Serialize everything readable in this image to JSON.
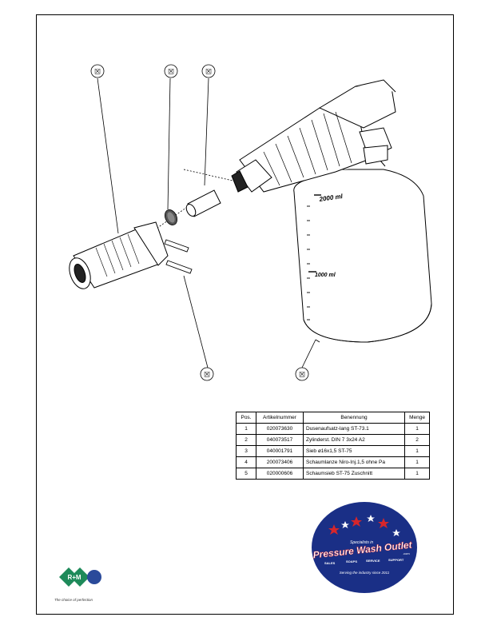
{
  "callouts": [
    "☒",
    "☒",
    "☒",
    "☒",
    "☒"
  ],
  "bottle": {
    "mark_upper": "2000 ml",
    "mark_lower": "1000 ml"
  },
  "table": {
    "headers": [
      "Pos.",
      "Artikelnummer",
      "Benennung",
      "Menge"
    ],
    "rows": [
      [
        "1",
        "020073630",
        "Dusenaufsatz-lang ST-73.1",
        "1"
      ],
      [
        "2",
        "040073517",
        "Zylinderst. DIN 7 3x24 A2",
        "2"
      ],
      [
        "3",
        "040001791",
        "Sieb ø16x1,5  ST-75",
        "1"
      ],
      [
        "4",
        "200073406",
        "Schaumlanze Niro-Inj.1,5 ohne Pa",
        "1"
      ],
      [
        "5",
        "020000606",
        "Schaumsieb ST-75 Zuschnitt",
        "1"
      ]
    ]
  },
  "logo": {
    "mark": "R+M",
    "tagline": "The choice of perfection"
  },
  "badge": {
    "top_text": "Specialists in",
    "title": "Pressure Wash Outlet",
    "domain": ".com",
    "categories": [
      "SALES",
      "SOAPS",
      "SERVICE",
      "SUPPORT"
    ],
    "slogan": "Serving the industry  since 2011",
    "colors": {
      "navy": "#1a2f86",
      "red": "#d6262b",
      "white": "#ffffff"
    }
  }
}
